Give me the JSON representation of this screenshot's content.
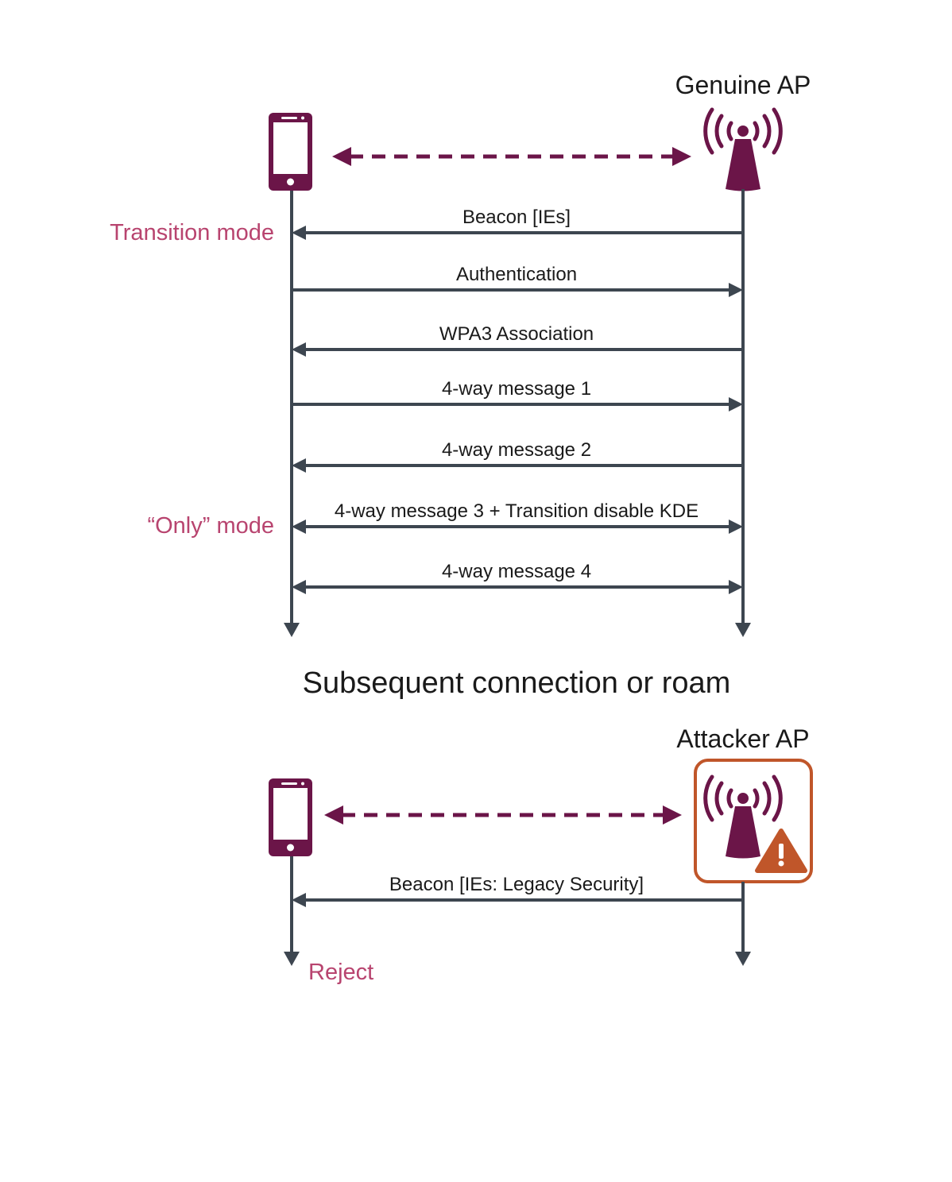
{
  "colors": {
    "device": "#6b1548",
    "lifeline": "#3d4650",
    "state_label": "#b8446f",
    "attacker_frame": "#c0562a",
    "warning": "#c0562a"
  },
  "top": {
    "ap_title": "Genuine AP",
    "states": {
      "transition": "Transition mode",
      "only": "“Only” mode"
    },
    "messages": [
      {
        "label": "Beacon [IEs]",
        "dir": "left"
      },
      {
        "label": "Authentication",
        "dir": "right"
      },
      {
        "label": "WPA3 Association",
        "dir": "left"
      },
      {
        "label": "4-way message 1",
        "dir": "right"
      },
      {
        "label": "4-way message 2",
        "dir": "left"
      },
      {
        "label": "4-way message 3 + Transition disable KDE",
        "dir": "both"
      },
      {
        "label": "4-way message 4",
        "dir": "both"
      }
    ]
  },
  "section_title": "Subsequent connection or roam",
  "bottom": {
    "ap_title": "Attacker AP",
    "messages": [
      {
        "label": "Beacon [IEs: Legacy Security]",
        "dir": "left"
      }
    ],
    "result": "Reject"
  },
  "icons": {
    "client": "smartphone-icon",
    "access_point": "wireless-antenna-icon",
    "warning": "warning-triangle-icon"
  }
}
